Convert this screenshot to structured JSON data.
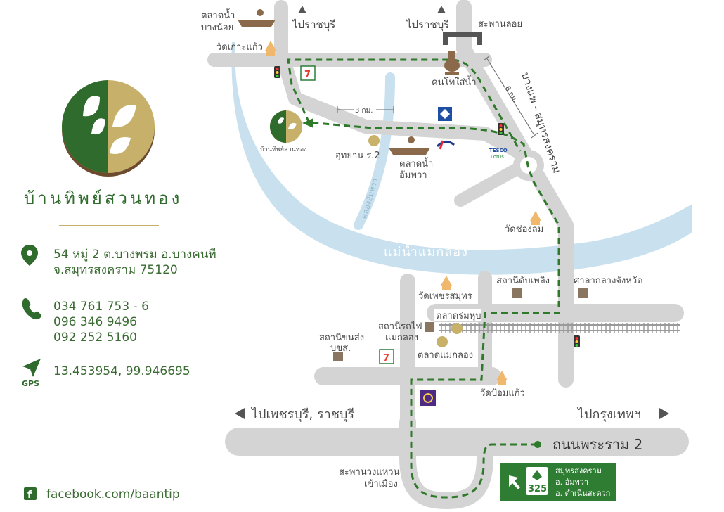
{
  "brand": {
    "name": "บ้านทิพย์สวนทอง",
    "map_logo_caption": "บ้านทิพย์สวนทอง"
  },
  "contact": {
    "address_lines": [
      "54 หมู่ 2 ต.บางพรม อ.บางคนที",
      "จ.สมุทรสงคราม 75120"
    ],
    "phones": [
      "034 761 753 - 6",
      "096 346 9496",
      "092 252 5160"
    ],
    "gps_label": "GPS",
    "gps_coords": "13.453954, 99.946695",
    "facebook": "facebook.com/baantip"
  },
  "map_labels": {
    "bangnoi_market": [
      "ตลาดน้ำ",
      "บางน้อย"
    ],
    "to_ratchaburi_1": "ไปราชบุรี",
    "to_ratchaburi_2": "ไปราชบุรี",
    "floating_bridge": "สะพานลอย",
    "wat_ko_kaeo": "วัดเกาะแก้ว",
    "khon_to_sai_nam": "คนโทใส่น้ำ",
    "distance_3km": "3 กม.",
    "distance_6km": "6 กม.",
    "bangphae_road": "บางแพ - สมุทรสงคราม",
    "uthayan_r2": "อุทยาน ร.2",
    "amphawa_market": [
      "ตลาดน้ำ",
      "อัมพวา"
    ],
    "khlong_amphawa": "คลองอัมพวา",
    "tesco": [
      "TESCO",
      "Lotus"
    ],
    "wat_chong_lom": "วัดช่องลม",
    "mae_klong_river": "แม่น้ำแม่กลอง",
    "wat_phet_samut": "วัดเพชรสมุทร",
    "fire_station": "สถานีดับเพลิง",
    "city_hall": "ศาลากลางจังหวัด",
    "rom_hup_market": "ตลาดร่มหุบ",
    "train_station": [
      "สถานีรถไฟ",
      "แม่กลอง"
    ],
    "bus_station": [
      "สถานีขนส่ง",
      "บขส."
    ],
    "mae_klong_market": "ตลาดแม่กลอง",
    "wat_pom_kaeo": "วัดป้อมแก้ว",
    "to_phetchaburi": "ไปเพชรบุรี, ราชบุรี",
    "to_bangkok": "ไปกรุงเทพฯ",
    "rama2_road": "ถนนพระราม 2",
    "roundabout_entry": [
      "สะพานวงแหวน",
      "เข้าเมือง"
    ]
  },
  "route_sign": {
    "number": "325",
    "lines": [
      "สมุทรสงคราม",
      "อ. อัมพวา",
      "อ. ดำเนินสะดวก"
    ]
  },
  "colors": {
    "road": "#d4d4d4",
    "river": "#c9e1ef",
    "route": "#2f7a2a",
    "brand_green": "#2f6b2c",
    "brand_gold": "#c6b06a",
    "brown": "#6b4a2e",
    "marker_gold": "#c8b26a",
    "sign_green": "#2e7d32"
  }
}
